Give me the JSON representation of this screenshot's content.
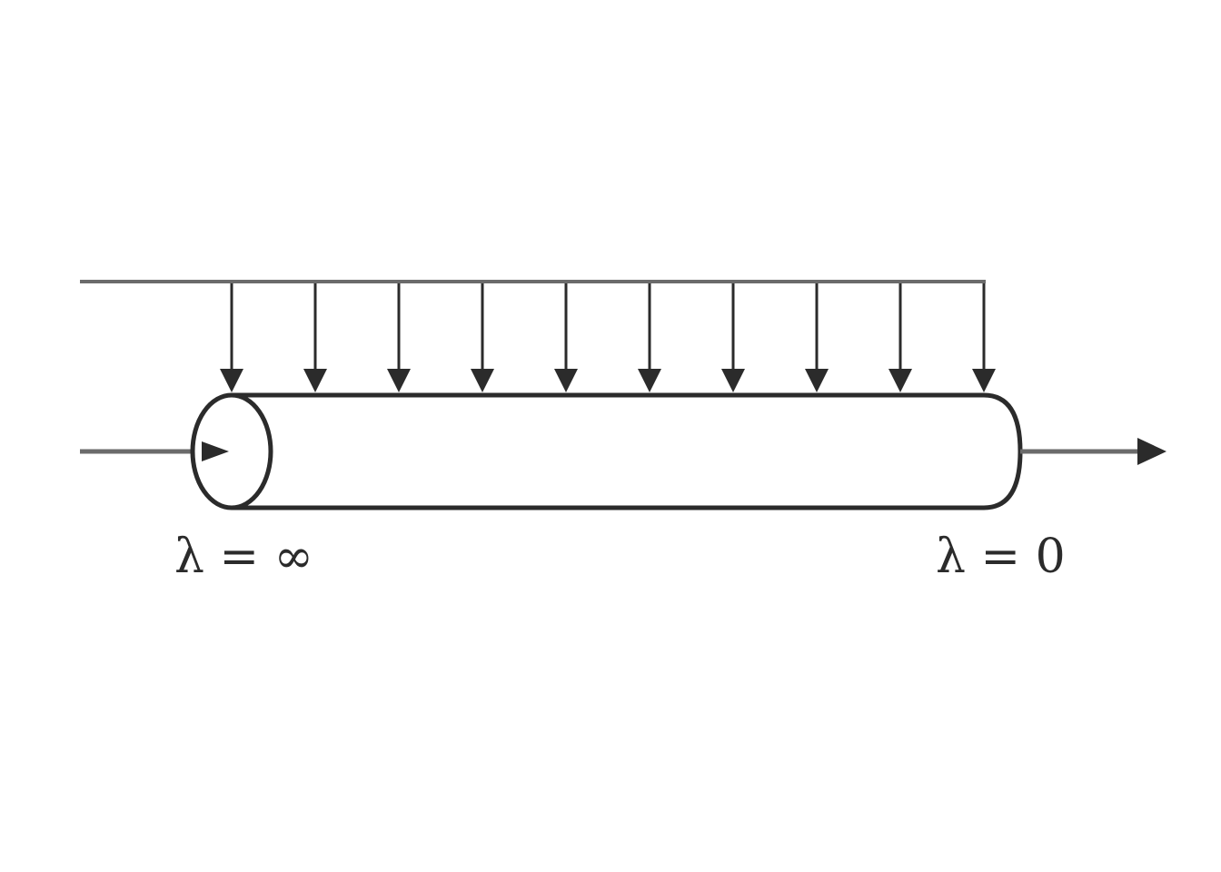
{
  "diagram": {
    "feed_arrow_count": 10,
    "labels": {
      "inlet": "λ = ∞",
      "outlet": "λ = 0"
    },
    "colors": {
      "stroke": "#2b2b2b",
      "line": "#6b6b6b",
      "background": "#ffffff"
    }
  }
}
